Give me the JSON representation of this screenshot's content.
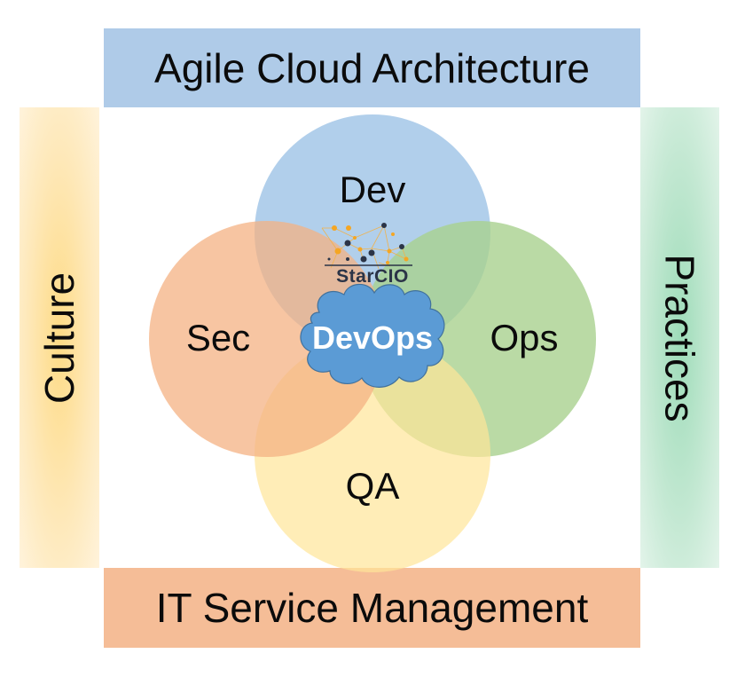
{
  "bands": {
    "top": {
      "label": "Agile Cloud Architecture",
      "color": "#afcbe8"
    },
    "bottom": {
      "label": "IT Service Management",
      "color": "#f5bd97"
    },
    "left": {
      "label": "Culture",
      "color": "#fddb86"
    },
    "right": {
      "label": "Practices",
      "color": "#9edcb9"
    }
  },
  "circles": [
    {
      "id": "dev",
      "label": "Dev",
      "color": "#9dc3e6"
    },
    {
      "id": "sec",
      "label": "Sec",
      "color": "#f4b183"
    },
    {
      "id": "ops",
      "label": "Ops",
      "color": "#a9d18e"
    },
    {
      "id": "qa",
      "label": "QA",
      "color": "#ffe699"
    }
  ],
  "center": {
    "label": "DevOps",
    "cloud_color": "#5b9bd5",
    "icon": "cloud-icon"
  },
  "logo": {
    "label": "StarCIO",
    "icon": "network-constellation-icon",
    "dot_colors": [
      "#f5a623",
      "#2b3447"
    ]
  }
}
